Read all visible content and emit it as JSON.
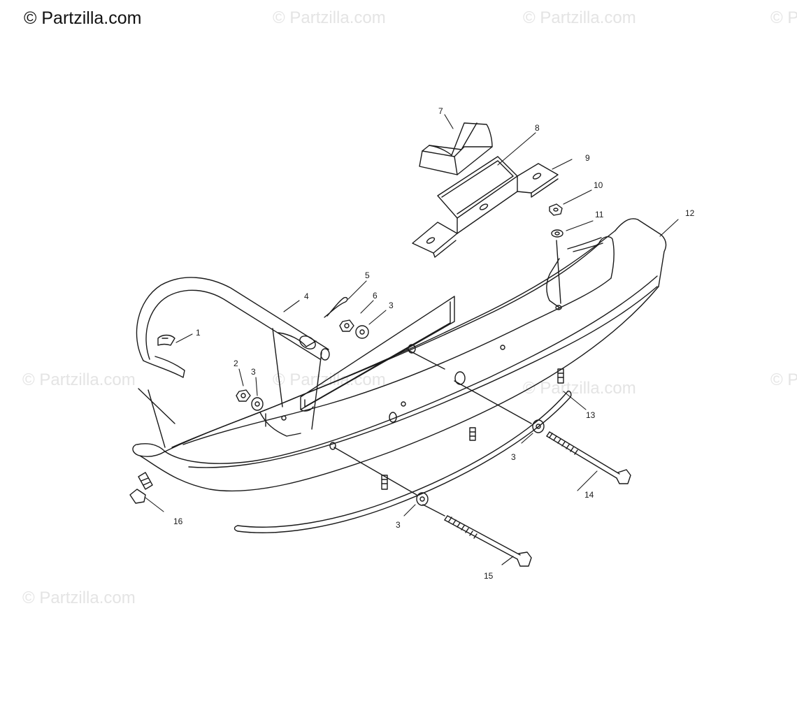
{
  "brand": {
    "text": "© Partzilla.com"
  },
  "watermarks": [
    "© Partzilla.com",
    "© Partzilla.com",
    "© Partzilla.com",
    "© Partzilla.com",
    "© Partzilla.com",
    "© Partzilla.com",
    "© P",
    "© P"
  ],
  "callouts": [
    "1",
    "2",
    "3",
    "4",
    "5",
    "6",
    "3",
    "7",
    "8",
    "9",
    "10",
    "11",
    "12",
    "13",
    "14",
    "3",
    "3",
    "15",
    "16"
  ],
  "colors": {
    "line": "#1a1a1a",
    "watermark": "#e4e4e4",
    "background": "#ffffff"
  }
}
